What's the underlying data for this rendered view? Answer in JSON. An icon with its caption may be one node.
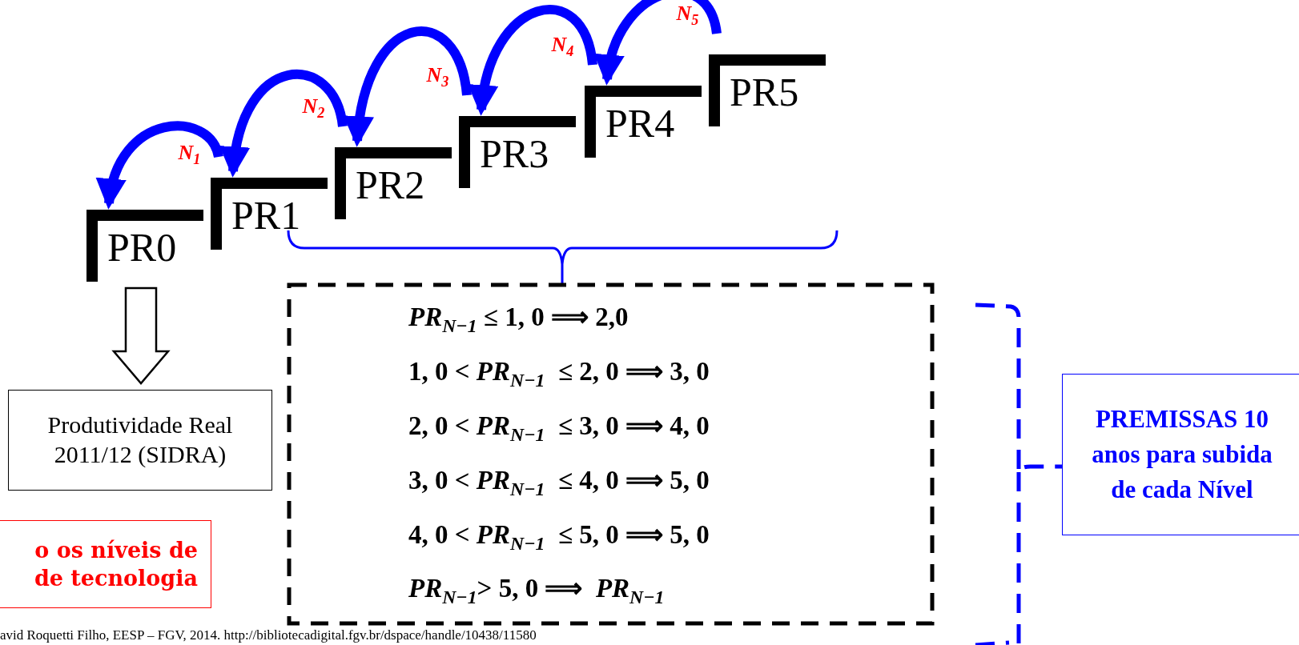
{
  "diagram": {
    "nodes": [
      {
        "text": [
          "PR0"
        ]
      },
      {
        "text": [
          "PR1"
        ]
      },
      {
        "text": [
          "PR2"
        ]
      },
      {
        "text": [
          "PR3"
        ]
      },
      {
        "text": [
          "PR4"
        ]
      },
      {
        "text": [
          "PR5"
        ]
      },
      {
        "text": [
          "Produtividade Real 2011/12 (SIDRA)"
        ]
      },
      {
        "text": [
          "*PR*$_{N−1}$ ≤ 1, 0 ⟹ 2,0",
          "1, 0 < *PR*$_{N−1}$  ≤ 2, 0 ⟹ 3, 0",
          "2, 0 < *PR*$_{N−1}$  ≤ 3, 0 ⟹ 4, 0",
          "3, 0 < *PR*$_{N−1}$  ≤ 4, 0 ⟹ 5, 0",
          "4, 0 < *PR*$_{N−1}$  ≤ 5, 0 ⟹ 5, 0",
          "*PR*$_{N−1}$> 5, 0 ⟹  *PR*$_{N−1}$"
        ]
      },
      {
        "text": [
          "PREMISSAS 10 anos para subida de cada Nível"
        ]
      },
      {
        "text": [
          "o os níveis de de tecnologia"
        ]
      }
    ],
    "edges": [
      {
        "from": 1,
        "to": 0,
        "arrow": "to",
        "label": "N$_{1}$"
      },
      {
        "from": 2,
        "to": 1,
        "arrow": "to",
        "label": "N$_{2}$"
      },
      {
        "from": 3,
        "to": 2,
        "arrow": "to",
        "label": "N$_{3}$"
      },
      {
        "from": 4,
        "to": 3,
        "arrow": "to",
        "label": "N$_{4}$"
      },
      {
        "from": 5,
        "to": 4,
        "arrow": "to",
        "label": "N$_{5}$"
      },
      {
        "from": 0,
        "to": 6,
        "arrow": "to",
        "style": "thick",
        "color": "#000000"
      }
    ],
    "labels": [
      "avid Roquetti Filho, EESP – FGV, 2014. http://bibliotecadigital.fgv.br/dspace/handle/10438/11580"
    ]
  }
}
